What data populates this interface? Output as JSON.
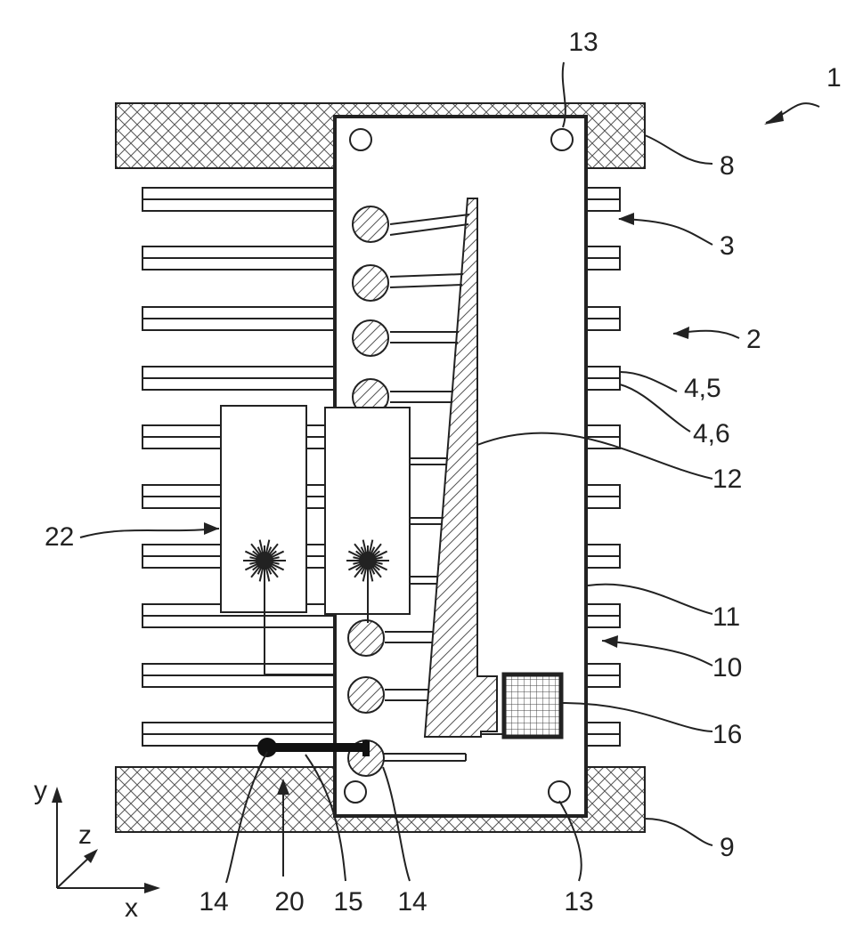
{
  "colors": {
    "ink": "#222222",
    "background": "#ffffff",
    "hatch": "#555555"
  },
  "labels": {
    "figure_ref": "1",
    "top_block": "8",
    "fins": "3",
    "heat_sink": "2",
    "fin_upper": "4,5",
    "fin_lower": "4,6",
    "wedge": "12",
    "board": "11",
    "board_assembly": "10",
    "chip": "16",
    "bottom_block": "9",
    "module_left": "22",
    "hole_top": "13",
    "hole_bottom": "13",
    "connector_left": "14",
    "connector_assembly": "20",
    "conductor": "15",
    "connector_right": "14"
  },
  "axes": {
    "y": "y",
    "z": "z",
    "x": "x"
  }
}
